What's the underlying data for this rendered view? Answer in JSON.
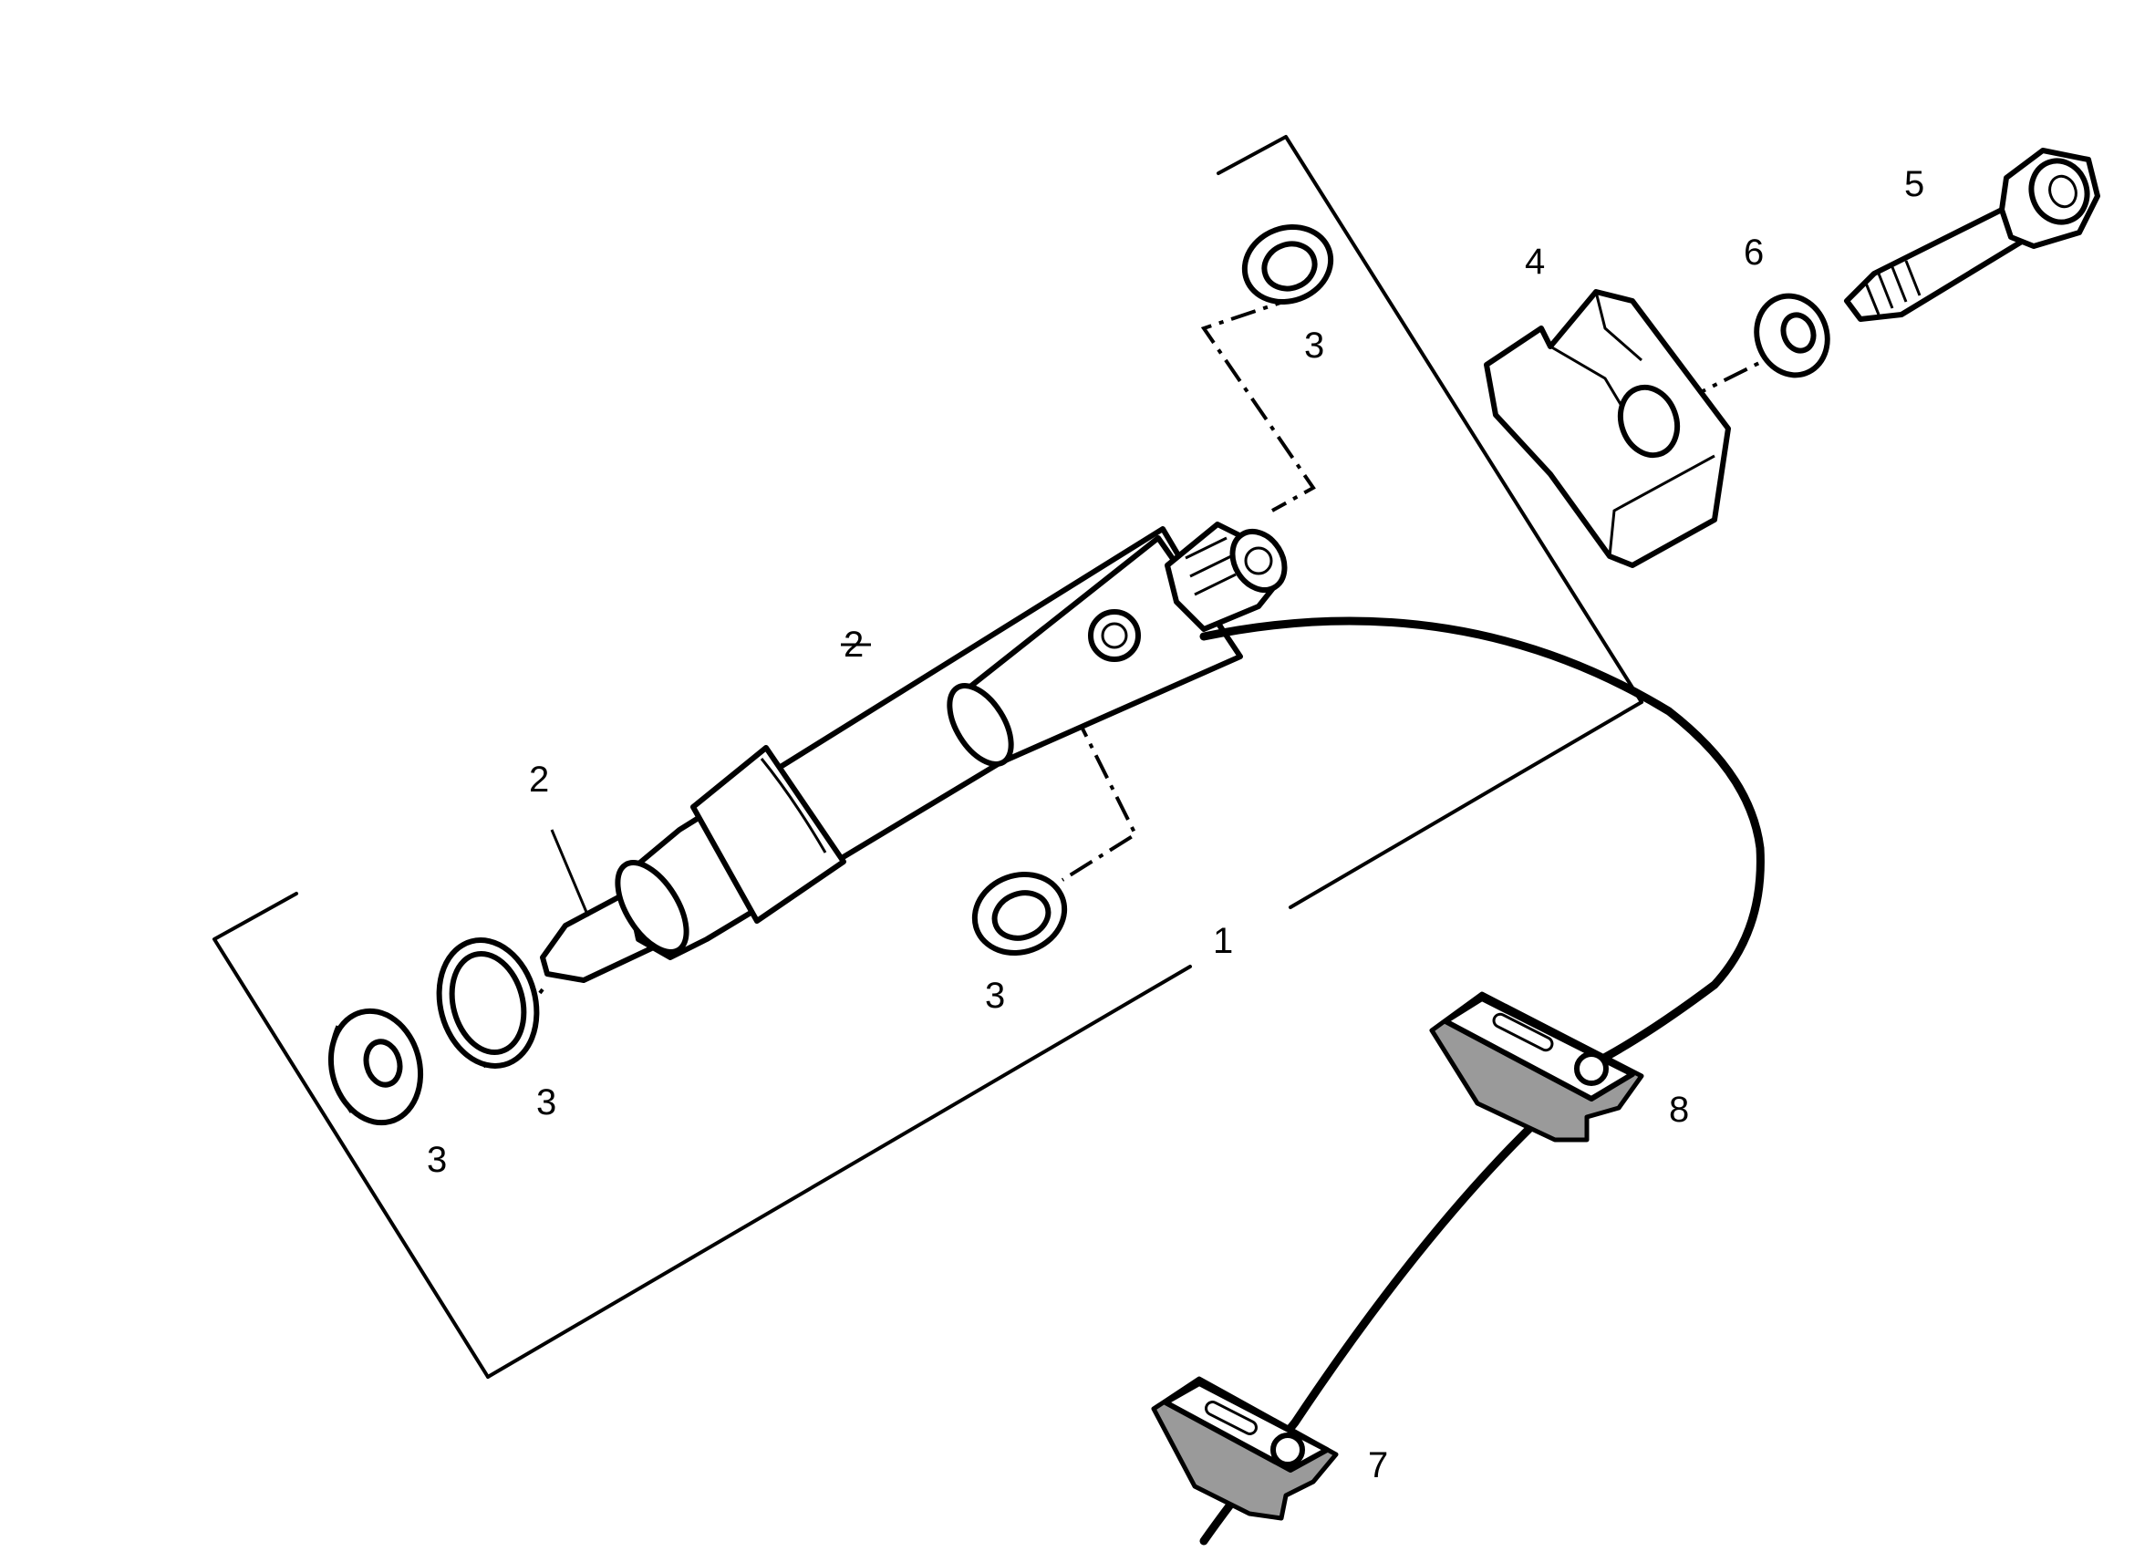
{
  "callouts": {
    "assembly": "1",
    "injector_body": "2",
    "nozzle": "2",
    "washer_top": "3",
    "washer_mid": "3",
    "ring_left": "3",
    "washer_left": "3",
    "clamp": "4",
    "bolt": "5",
    "washer_bolt": "6",
    "clip_lower": "7",
    "clip_upper": "8"
  },
  "colors": {
    "line": "#000000",
    "background": "#ffffff",
    "clip_fill": "#9a9a9a"
  }
}
